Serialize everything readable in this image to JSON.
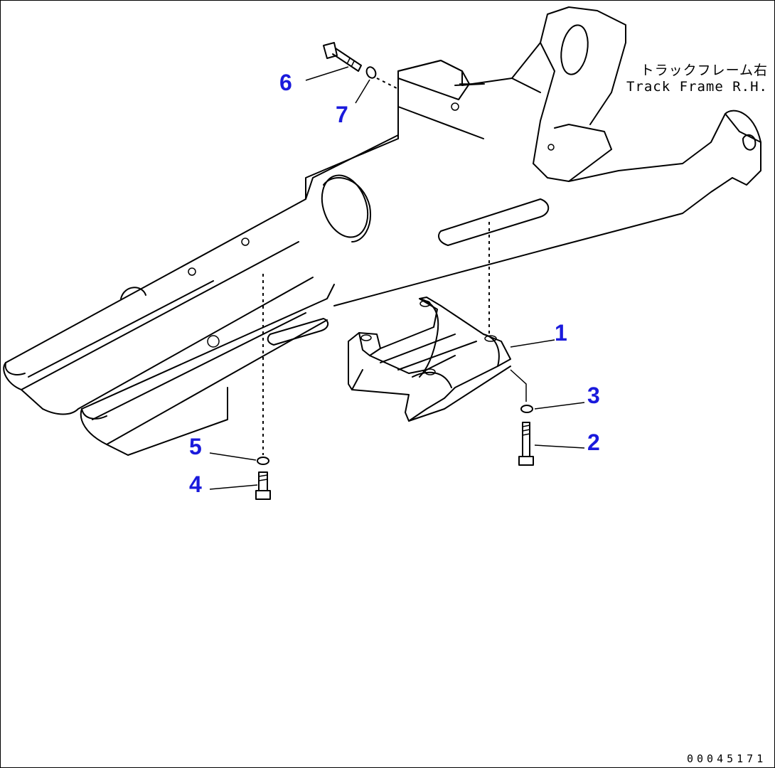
{
  "title_label": {
    "japanese": "トラックフレーム右",
    "english": "Track Frame R.H."
  },
  "callouts": [
    {
      "id": "c1",
      "number": "1"
    },
    {
      "id": "c2",
      "number": "2"
    },
    {
      "id": "c3",
      "number": "3"
    },
    {
      "id": "c4",
      "number": "4"
    },
    {
      "id": "c5",
      "number": "5"
    },
    {
      "id": "c6",
      "number": "6"
    },
    {
      "id": "c7",
      "number": "7"
    }
  ],
  "drawing_number": "00045171",
  "colors": {
    "callout": "#1a1adc",
    "linework": "#000000",
    "background": "#ffffff"
  }
}
